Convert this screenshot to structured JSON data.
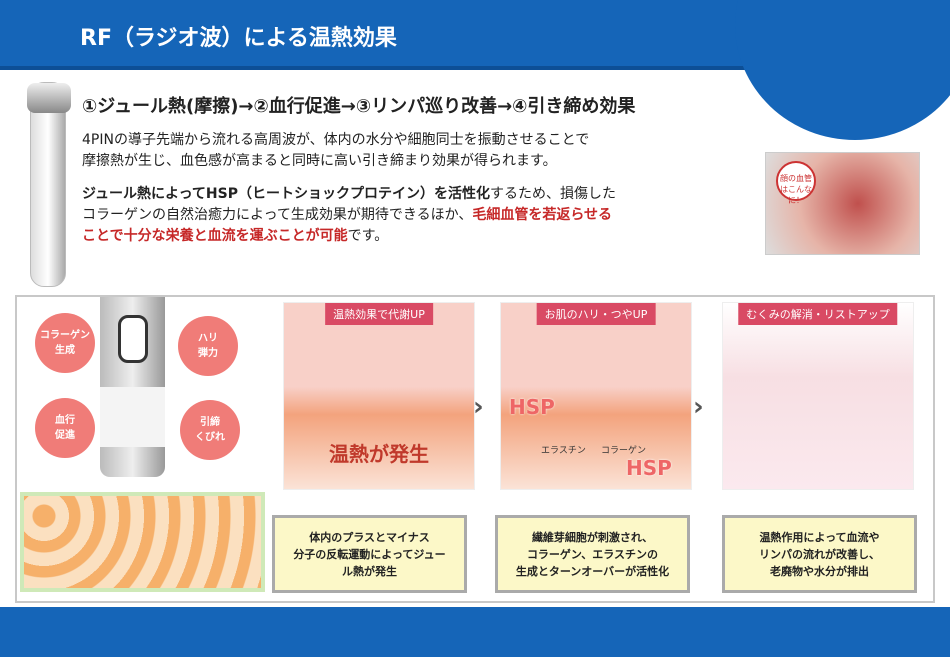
{
  "header": {
    "title": "RF（ラジオ波）による温熱効果"
  },
  "headline": "①ジュール熱(摩擦)→②血行促進→③リンパ巡り改善→④引き締め効果",
  "para1": {
    "line1": "4PINの導子先端から流れる高周波が、体内の水分や細胞同士を振動させることで",
    "line2": "摩擦熱が生じ、血色感が高まると同時に高い引き締まり効果が得られます。"
  },
  "para2": {
    "bold1": "ジュール熱によってHSP（ヒートショックプロテイン）を活性化",
    "text1": "するため、損傷した",
    "line2": "コラーゲンの自然治癒力によって生成効果が期待できるほか、",
    "red1": "毛細血管を若返らせる",
    "red2": "ことで十分な栄養と血流を運ぶことが可能",
    "text2": "です。"
  },
  "photo_label": "顔の血管はこんなに！",
  "bubbles": [
    "コラーゲン\n生成",
    "ハリ\n弾力",
    "血行\n促進",
    "引締\nくびれ"
  ],
  "panels": [
    {
      "tag": "温熱効果で代謝UP",
      "text": "温熱が発生",
      "callout": "体内のプラスとマイナス\n分子の反転運動によってジュー\nル熱が発生"
    },
    {
      "tag": "お肌のハリ・つやUP",
      "hsp": "HSP",
      "label1": "エラスチン",
      "label2": "コラーゲン",
      "callout": "繊維芽細胞が刺激され、\nコラーゲン、エラスチンの\n生成とターンオーバーが活性化"
    },
    {
      "tag": "むくみの解消・リストアップ",
      "callout": "温熱作用によって血流や\nリンパの流れが改善し、\n老廃物や水分が排出"
    }
  ],
  "arrow": "›"
}
